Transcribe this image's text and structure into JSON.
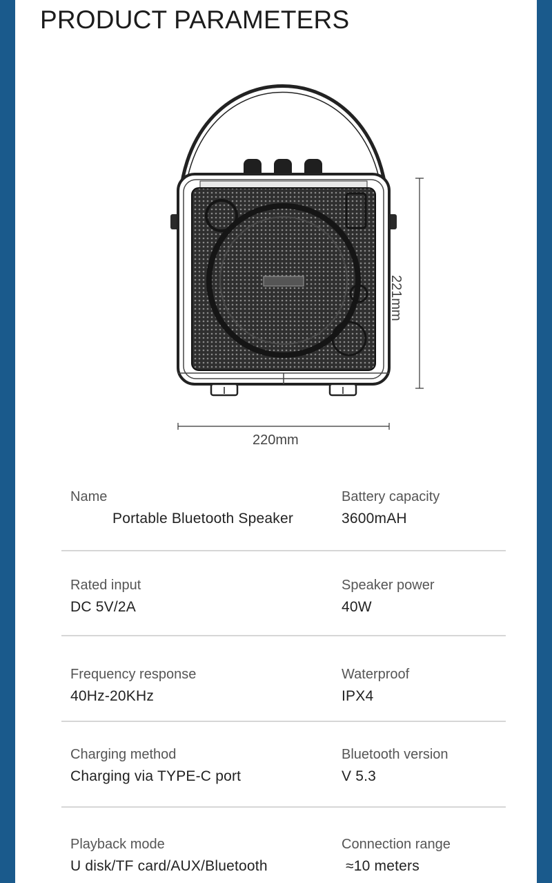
{
  "page": {
    "title": "PRODUCT PARAMETERS"
  },
  "dimensions": {
    "width": "220mm",
    "height": "221mm"
  },
  "specs": [
    {
      "left_label": "Name",
      "left_value": "Portable Bluetooth Speaker",
      "right_label": "Battery capacity",
      "right_value": "3600mAH"
    },
    {
      "left_label": "Rated input",
      "left_value": "DC 5V/2A",
      "right_label": "Speaker power",
      "right_value": "40W"
    },
    {
      "left_label": "Frequency response",
      "left_value": "40Hz-20KHz",
      "right_label": "Waterproof",
      "right_value": "IPX4"
    },
    {
      "left_label": "Charging method",
      "left_value": "Charging via TYPE-C port",
      "right_label": "Bluetooth version",
      "right_value": "V 5.3"
    },
    {
      "left_label": "Playback mode",
      "left_value": "U disk/TF card/AUX/Bluetooth",
      "right_label": "Connection range",
      "right_value": "≈10 meters"
    }
  ],
  "colors": {
    "side_band": "#1a5a8c",
    "panel": "#ffffff",
    "divider": "#d6d6d6"
  }
}
